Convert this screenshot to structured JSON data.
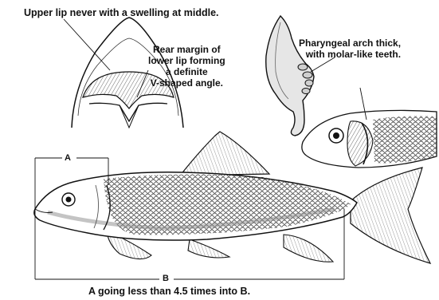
{
  "labels": {
    "upper_lip": "Upper lip never with a swelling at middle.",
    "rear_margin": [
      "Rear margin of",
      "lower lip forming",
      "a definite",
      "V-shaped angle."
    ],
    "pharyngeal": [
      "Pharyngeal arch thick,",
      "with molar-like teeth."
    ],
    "measure_a": "A",
    "measure_b": "B",
    "caption": "A going less than 4.5 times into B."
  },
  "colors": {
    "ink": "#111111",
    "paper": "#ffffff",
    "fish_shade": "#8a8a8a"
  }
}
